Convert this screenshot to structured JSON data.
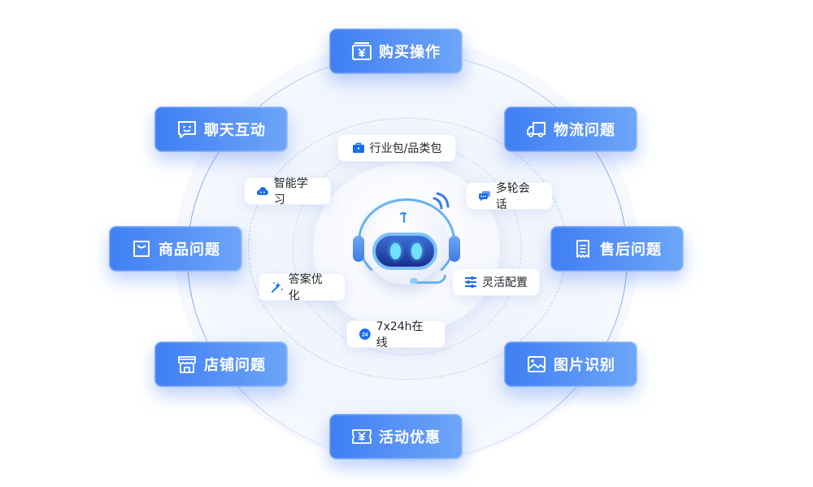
{
  "diagram": {
    "center": {
      "name": "AI customer service robot"
    },
    "outer_items": [
      {
        "id": "purchase",
        "label": "购买操作",
        "icon": "yuan-wallet-icon"
      },
      {
        "id": "chat",
        "label": "聊天互动",
        "icon": "smile-chat-icon"
      },
      {
        "id": "logistics",
        "label": "物流问题",
        "icon": "truck-icon"
      },
      {
        "id": "product",
        "label": "商品问题",
        "icon": "shopping-bag-icon"
      },
      {
        "id": "aftersales",
        "label": "售后问题",
        "icon": "receipt-icon"
      },
      {
        "id": "store",
        "label": "店铺问题",
        "icon": "storefront-icon"
      },
      {
        "id": "image",
        "label": "图片识别",
        "icon": "image-icon"
      },
      {
        "id": "promotion",
        "label": "活动优惠",
        "icon": "yuan-ticket-icon"
      }
    ],
    "inner_items": [
      {
        "id": "industry",
        "label": "行业包/品类包",
        "icon": "briefcase-icon"
      },
      {
        "id": "learning",
        "label": "智能学习",
        "icon": "cloud-icon"
      },
      {
        "id": "multiturn",
        "label": "多轮会话",
        "icon": "chat-bubbles-icon"
      },
      {
        "id": "optimize",
        "label": "答案优化",
        "icon": "sparkle-wand-icon"
      },
      {
        "id": "config",
        "label": "灵活配置",
        "icon": "sliders-icon"
      },
      {
        "id": "online",
        "label": "7x24h在线",
        "icon": "24h-badge-icon"
      }
    ]
  },
  "colors": {
    "accent": "#3f7ff4",
    "accent_light": "#6ea6f8",
    "text_dark": "#1f2329",
    "icon_blue": "#1a6cf0"
  }
}
